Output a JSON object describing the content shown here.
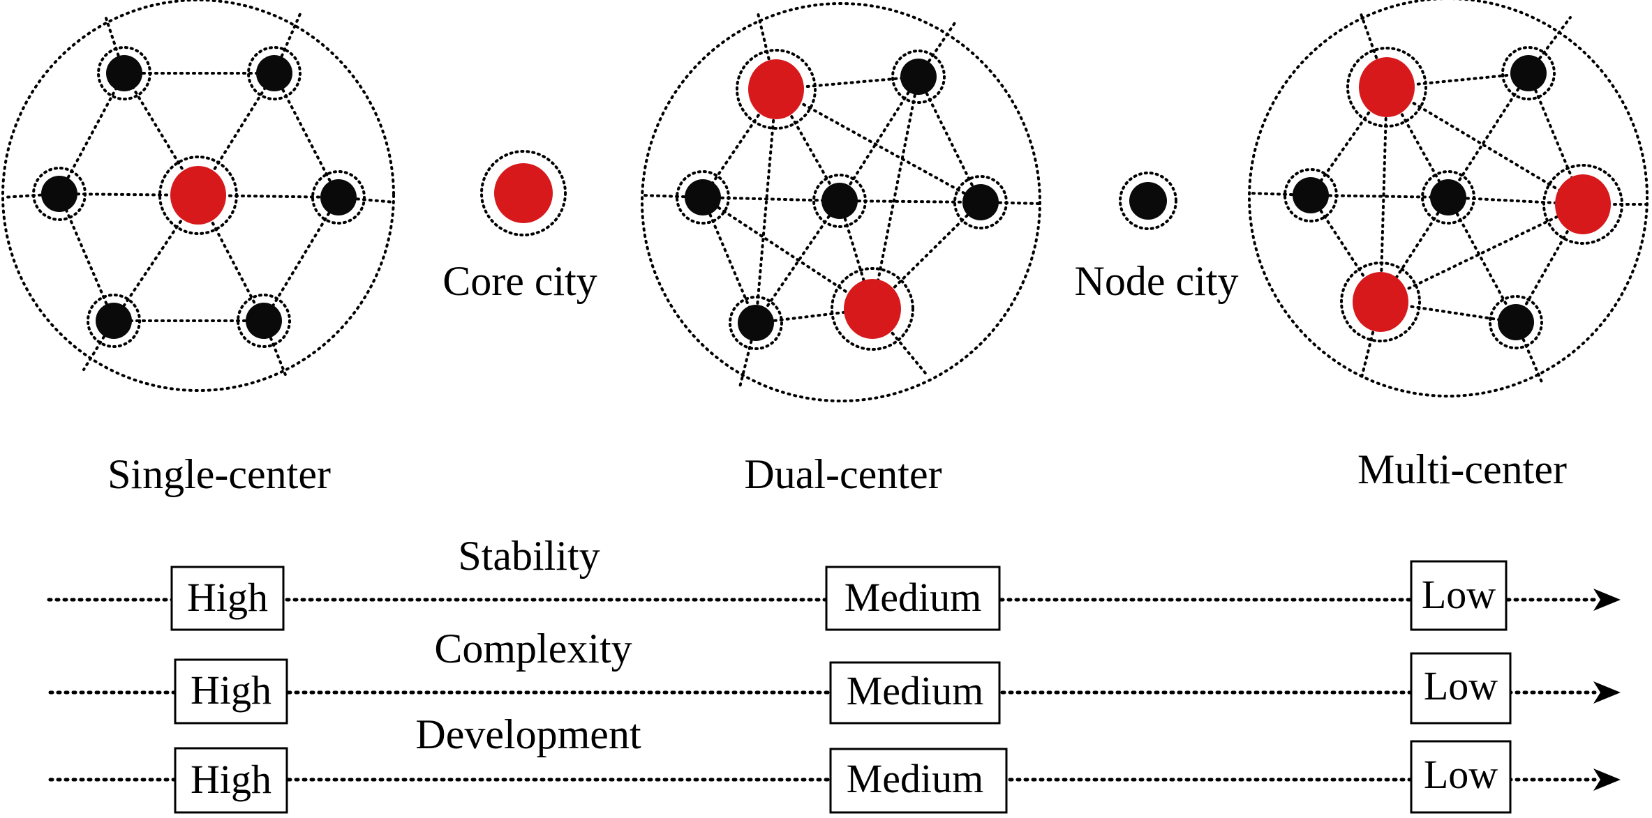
{
  "legend": {
    "core_city": "Core city",
    "node_city": "Node city"
  },
  "models": [
    {
      "id": "single",
      "label": "Single-center"
    },
    {
      "id": "dual",
      "label": "Dual-center"
    },
    {
      "id": "multi",
      "label": "Multi-center"
    }
  ],
  "metrics": [
    {
      "label": "Stability",
      "levels": [
        "High",
        "Medium",
        "Low"
      ]
    },
    {
      "label": "Complexity",
      "levels": [
        "High",
        "Medium",
        "Low"
      ]
    },
    {
      "label": "Development",
      "levels": [
        "High",
        "Medium",
        "Low"
      ]
    }
  ],
  "colors": {
    "core": "#d7191c",
    "node": "#0a0a0a"
  }
}
